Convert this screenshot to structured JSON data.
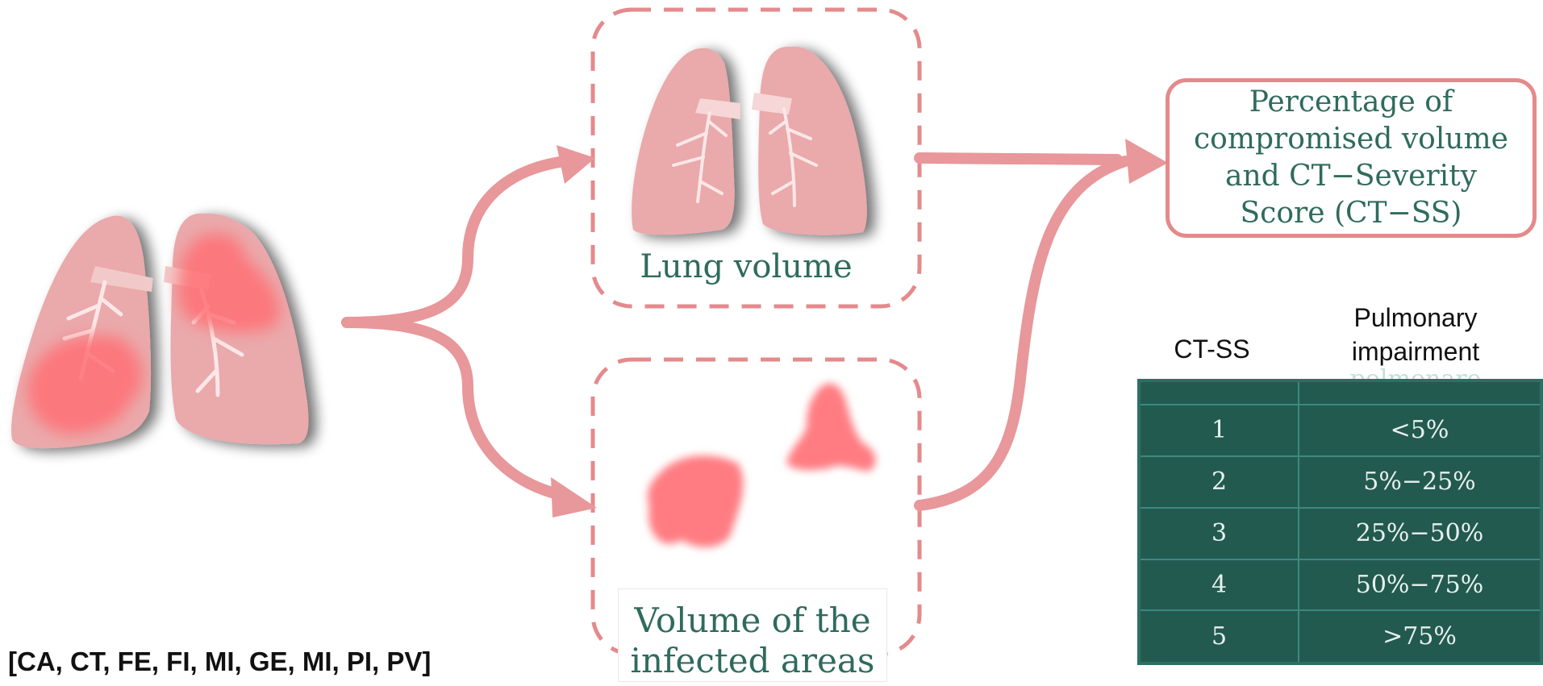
{
  "diagram": {
    "lung_volume_label": "Lung volume",
    "infected_label": "Volume of the infected areas",
    "result_label": "Percentage of compromised volume and CT−Severity Score (CT−SS)",
    "references": "[CA, CT, FE, FI, MI, GE, MI, PI, PV]"
  },
  "table": {
    "header_score": "CT-SS",
    "header_impairment": "Pulmonary\nimpairment",
    "ghost_text": "polmonare",
    "rows": [
      {
        "score": "1",
        "range": "<5%"
      },
      {
        "score": "2",
        "range": "5%−25%"
      },
      {
        "score": "3",
        "range": "25%−50%"
      },
      {
        "score": "4",
        "range": "50%−75%"
      },
      {
        "score": "5",
        "range": ">75%"
      }
    ]
  },
  "colors": {
    "arrow": "#e8979a",
    "lung_fill": "#eaa9ab",
    "infection": "#ff6f74",
    "table_bg": "#235a50",
    "serif_text": "#2f6b5c"
  },
  "icons": [
    "lungs-infected-icon",
    "lungs-icon",
    "infected-patches-icon"
  ]
}
